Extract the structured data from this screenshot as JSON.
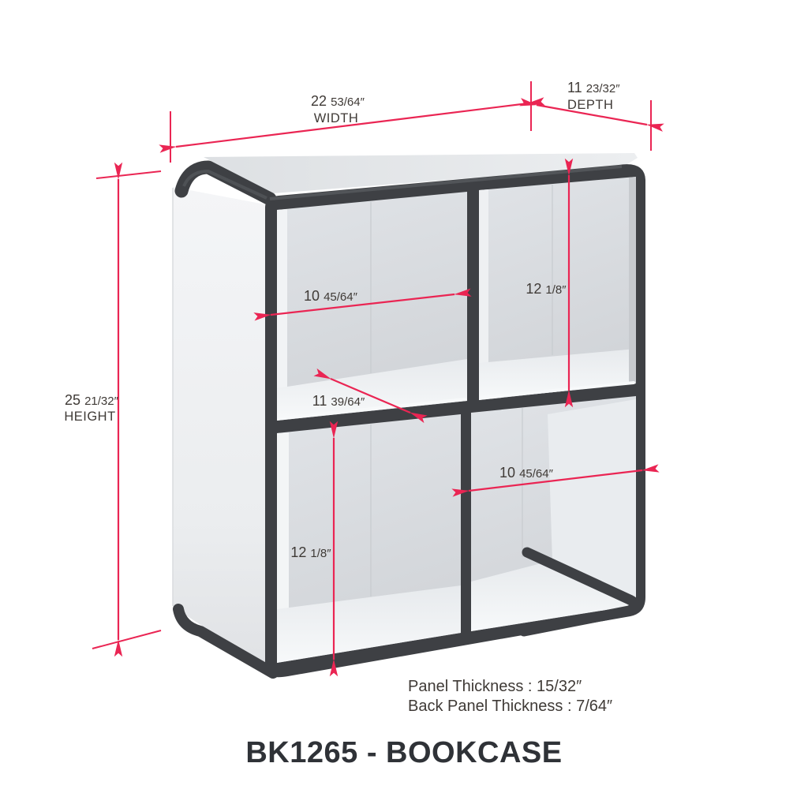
{
  "title": "BK1265 - BOOKCASE",
  "dimensions": {
    "width": {
      "whole": "22",
      "frac": "53/64″",
      "label": "WIDTH"
    },
    "depth": {
      "whole": "11",
      "frac": "23/32″",
      "label": "DEPTH"
    },
    "height": {
      "whole": "25",
      "frac": "21/32″",
      "label": "HEIGHT"
    },
    "inner_top_left_width": {
      "whole": "10",
      "frac": "45/64″"
    },
    "inner_top_right_height": {
      "whole": "12",
      "frac": "1/8″"
    },
    "inner_shelf_depth": {
      "whole": "11",
      "frac": "39/64″"
    },
    "inner_bottom_left_height": {
      "whole": "12",
      "frac": "1/8″"
    },
    "inner_bottom_right_width": {
      "whole": "10",
      "frac": "45/64″"
    }
  },
  "notes": {
    "panel_thickness": "Panel Thickness : 15/32″",
    "back_panel_thickness": "Back Panel Thickness : 7/64″"
  },
  "colors": {
    "dimension_red": "#ea2553",
    "frame_dark": "#3e4044",
    "label_text": "#3f3a36",
    "title_text": "#2f3237"
  }
}
